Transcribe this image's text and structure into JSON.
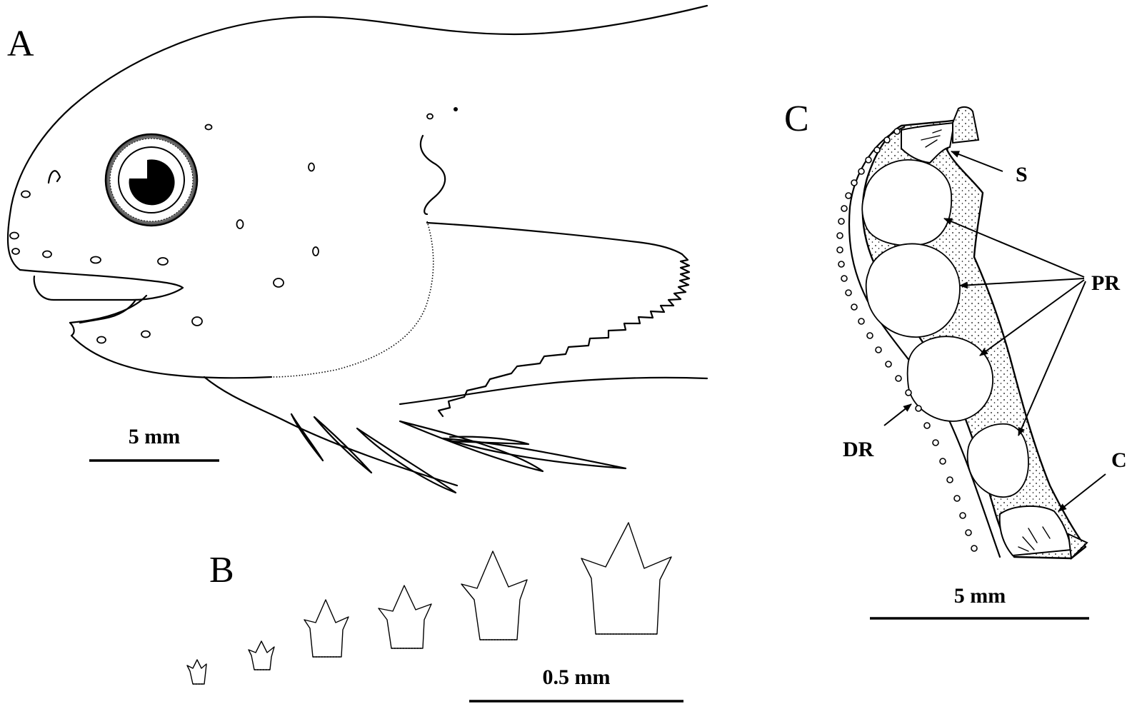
{
  "panels": {
    "a": {
      "letter": "A",
      "scale_label": "5 mm"
    },
    "b": {
      "letter": "B",
      "scale_label": "0.5 mm"
    },
    "c": {
      "letter": "C",
      "scale_label": "5 mm",
      "labels": {
        "s": "S",
        "pr": "PR",
        "dr": "DR",
        "c": "C"
      }
    }
  }
}
